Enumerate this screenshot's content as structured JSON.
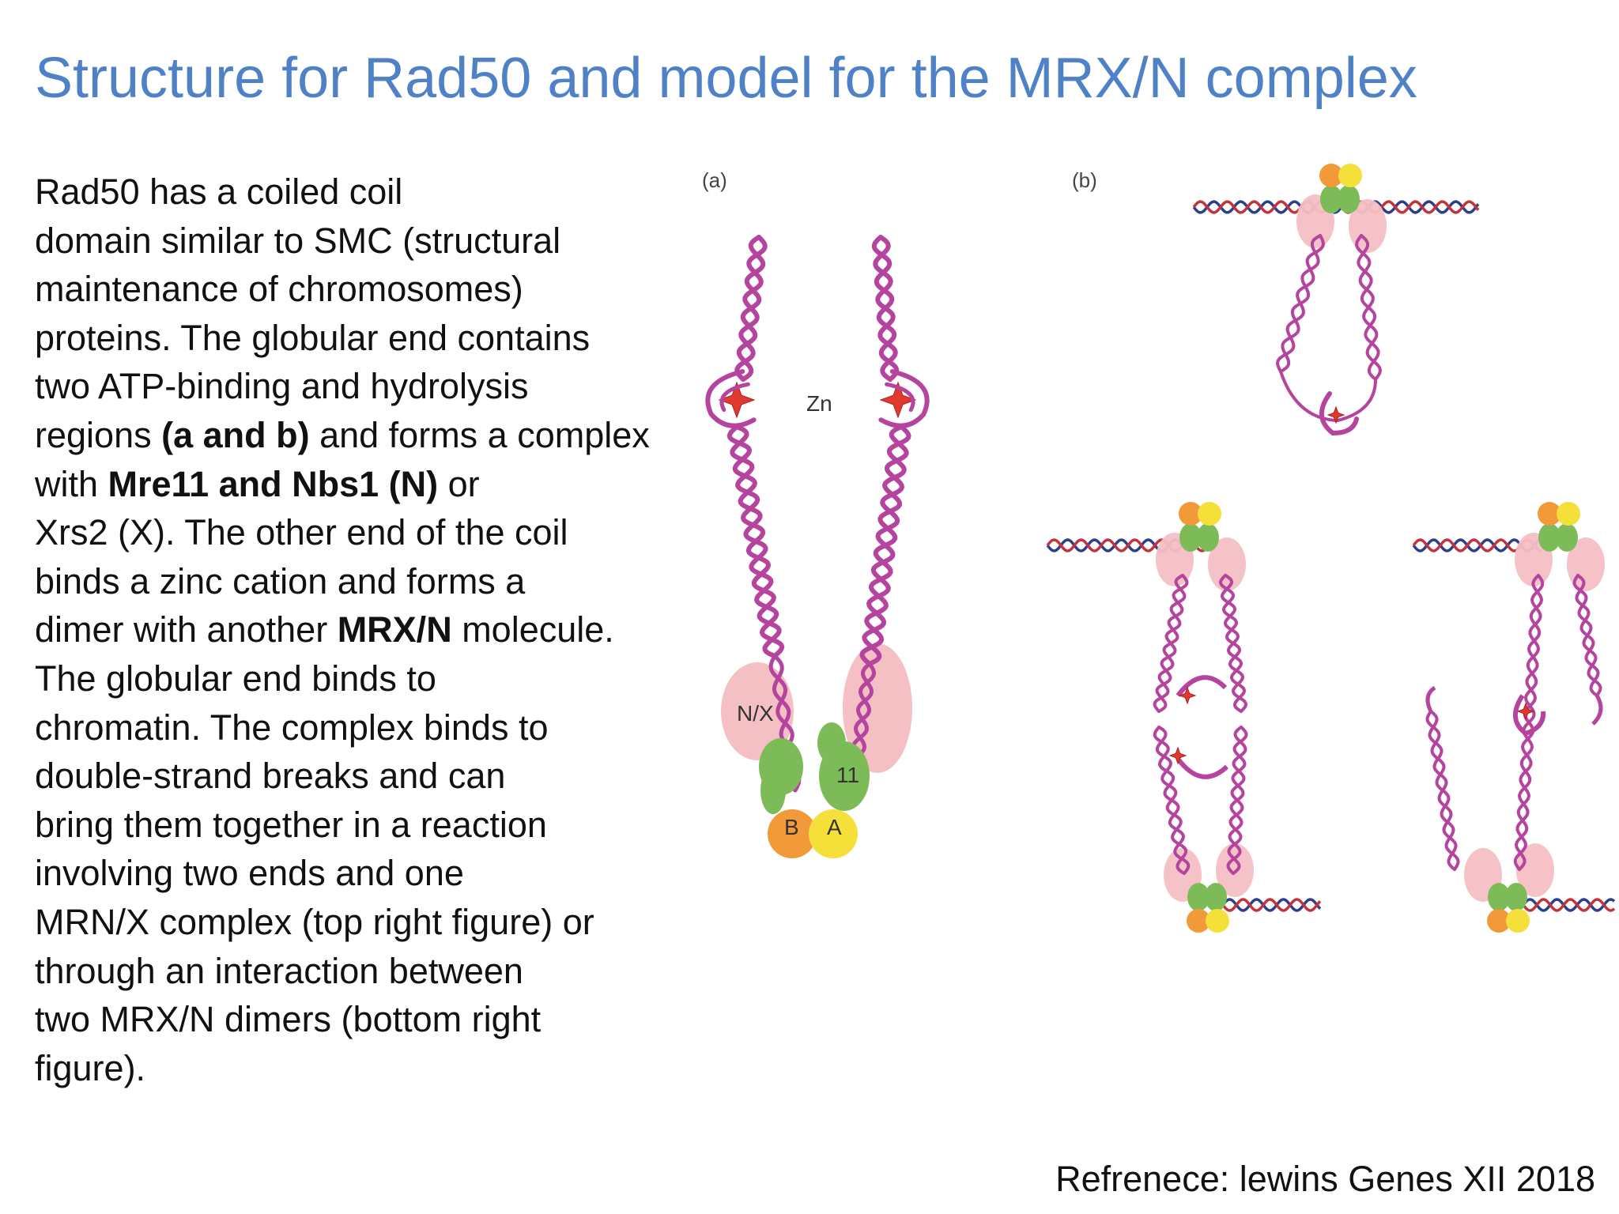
{
  "title": "Structure for Rad50 and model for the MRX/N complex",
  "body_lines": [
    [
      {
        "t": "Rad50 has a coiled coil"
      }
    ],
    [
      {
        "t": "domain similar to SMC (structural"
      }
    ],
    [
      {
        "t": "maintenance of chromosomes)"
      }
    ],
    [
      {
        "t": "proteins. The globular end contains"
      }
    ],
    [
      {
        "t": "two ATP-binding and hydrolysis"
      }
    ],
    [
      {
        "t": "regions "
      },
      {
        "t": "(a and b)",
        "b": true
      },
      {
        "t": " and forms a complex"
      }
    ],
    [
      {
        "t": "with "
      },
      {
        "t": "Mre11 and Nbs1 (N)",
        "b": true
      },
      {
        "t": " or"
      }
    ],
    [
      {
        "t": "Xrs2 (X). The other end of the coil"
      }
    ],
    [
      {
        "t": "binds a zinc cation and forms a"
      }
    ],
    [
      {
        "t": "dimer with another "
      },
      {
        "t": "MRX/N",
        "b": true
      },
      {
        "t": " molecule."
      }
    ],
    [
      {
        "t": "The globular end binds to"
      }
    ],
    [
      {
        "t": "chromatin. The complex binds to"
      }
    ],
    [
      {
        "t": "double-strand breaks and can"
      }
    ],
    [
      {
        "t": "bring them together in a reaction"
      }
    ],
    [
      {
        "t": "involving two ends and one"
      }
    ],
    [
      {
        "t": "MRN/X complex (top right figure) or"
      }
    ],
    [
      {
        "t": "through an interaction between"
      }
    ],
    [
      {
        "t": "two MRX/N dimers (bottom right"
      }
    ],
    [
      {
        "t": "figure)."
      }
    ]
  ],
  "figure": {
    "panel_a_label": "(a)",
    "panel_b_label": "(b)",
    "zn_label": "Zn",
    "nx_label": "N/X",
    "mre11_label": "11",
    "region_b_label": "B",
    "region_a_label": "A"
  },
  "reference": "Refrenece: lewins Genes XII 2018",
  "colors": {
    "title": "#4f81c7",
    "coil": "#b5449e",
    "nx_pink": "#f4c0c4",
    "mre11_green": "#7dbb58",
    "region_b_orange": "#f2993a",
    "region_a_yellow": "#f5e03a",
    "zinc_red": "#e03a2f",
    "dna_blue": "#2b3f8f",
    "dna_red": "#c2333a"
  }
}
